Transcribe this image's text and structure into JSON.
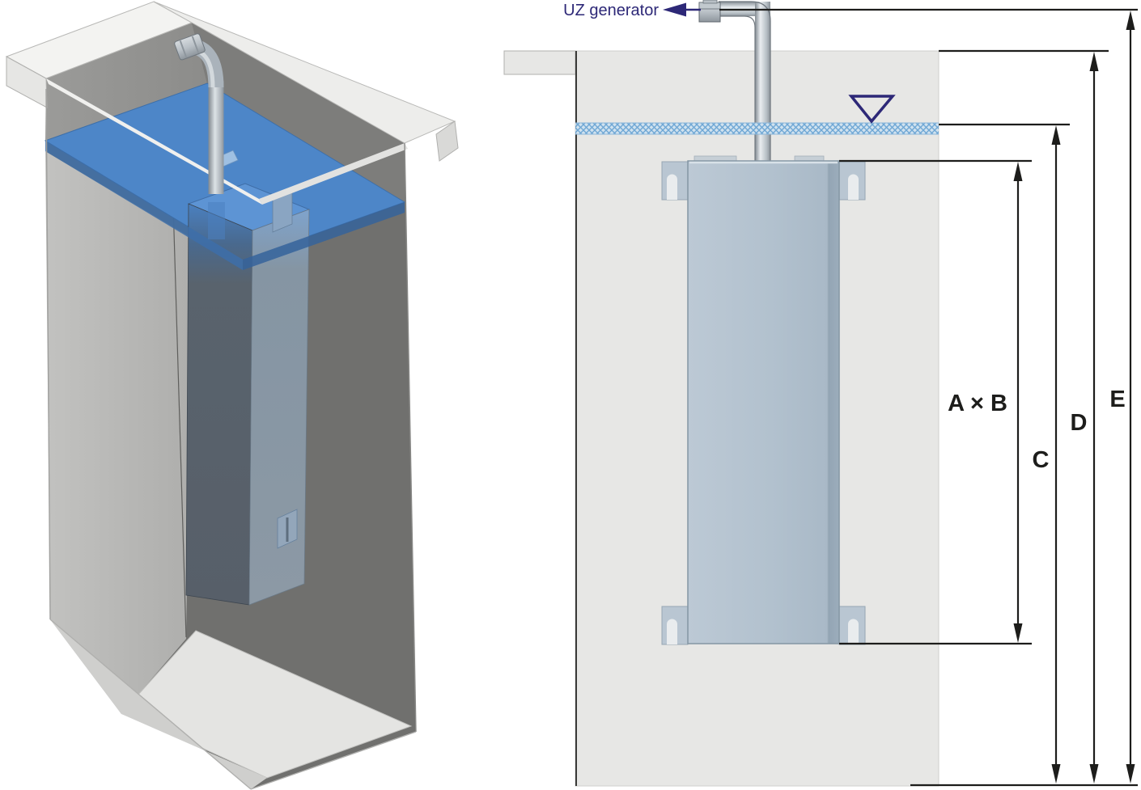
{
  "diagram": {
    "annotation": {
      "generator_label": "UZ generator",
      "water_level_symbol": "inverted-triangle"
    },
    "dimensions": {
      "ab": "A × B",
      "c": "C",
      "d": "D",
      "e": "E"
    },
    "colors": {
      "annotation_navy": "#2d2877",
      "dimension_black": "#1d1d1b",
      "water_surface_blue": "#4d86c8",
      "water_hatch_blue": "#5f9cce",
      "tank_gray": "#e7e7e5",
      "unit_body": "#b3c1ce",
      "background": "#ffffff"
    }
  }
}
